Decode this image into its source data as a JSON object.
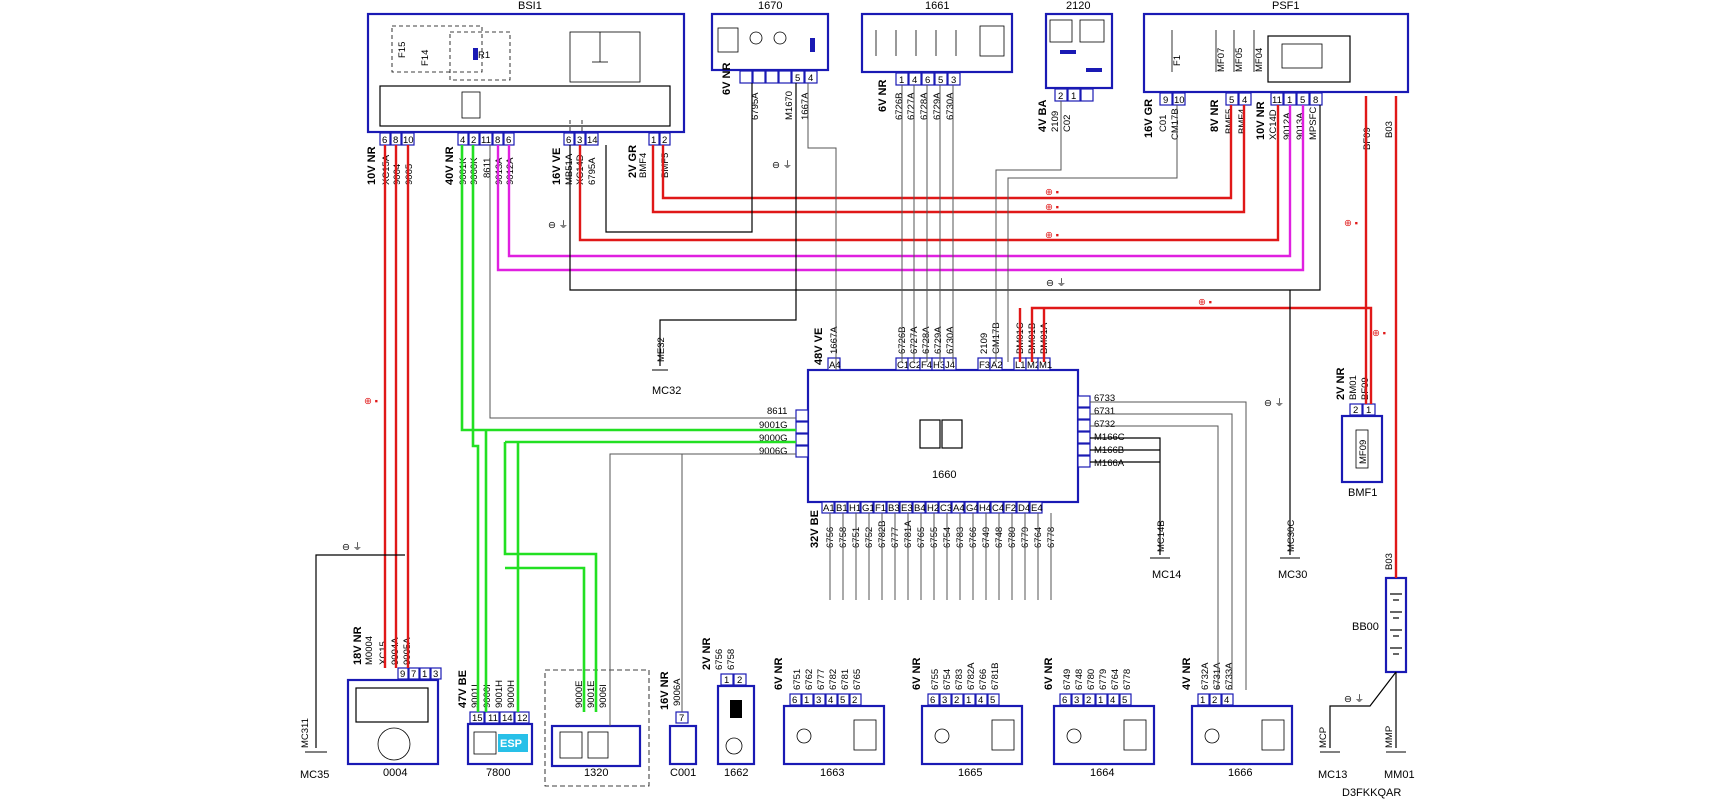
{
  "drawing_id": "D3FKKQAR",
  "colors": {
    "blue": "#1a1ab4",
    "red": "#e01818",
    "green": "#22e022",
    "magenta": "#e020e0"
  },
  "components": {
    "bsi1": {
      "label": "BSI1",
      "connector": "10V NR",
      "connector2": "40V NR",
      "connector3": "16V VE",
      "connector4": "2V GR",
      "pins": [
        "6",
        "8",
        "10",
        "4",
        "2",
        "11",
        "8",
        "6",
        "6",
        "3",
        "14",
        "1",
        "2"
      ],
      "fuses": [
        "F15",
        "F14"
      ],
      "relay": "R1"
    },
    "c1670": {
      "label": "1670",
      "connector": "6V NR",
      "pins": [
        "5",
        "4"
      ],
      "wires": [
        "6795A",
        "M1670",
        "1667A"
      ]
    },
    "c1661": {
      "label": "1661",
      "connector": "6V NR",
      "pins": [
        "1",
        "4",
        "6",
        "5",
        "3"
      ],
      "wires": [
        "6726B",
        "6727A",
        "6728A",
        "6729A",
        "6730A"
      ]
    },
    "c2120": {
      "label": "2120",
      "connector": "4V BA",
      "pins": [
        "2",
        "1"
      ],
      "wires": [
        "2109",
        "C02"
      ]
    },
    "psf1": {
      "label": "PSF1",
      "connector": "16V GR",
      "connector2": "8V NR",
      "connector3": "10V NR",
      "pins": [
        "9",
        "10",
        "5",
        "4",
        "11",
        "1",
        "5",
        "8"
      ],
      "fuses": [
        "F1",
        "MF07",
        "MF05",
        "MF04"
      ]
    },
    "ecu1660": {
      "label": "1660",
      "connector_top": "48V VE",
      "connector_bot": "32V BE"
    },
    "c0004": {
      "label": "0004",
      "connector": "18V NR",
      "pins": [
        "9",
        "7",
        "1",
        "3"
      ],
      "wires": [
        "M0004",
        "XC15",
        "9004A",
        "9005A"
      ]
    },
    "c7800": {
      "label": "7800",
      "connector": "47V BE",
      "pins": [
        "15",
        "11",
        "14",
        "12"
      ],
      "wires": [
        "9001I",
        "9000I",
        "9001H",
        "9000H"
      ],
      "badge": "ESP"
    },
    "c1320": {
      "label": "1320",
      "pins": [],
      "wires": [
        "9000E",
        "9001E",
        "9006I"
      ]
    },
    "c001": {
      "label": "C001",
      "connector": "16V NR",
      "pins": [
        "7"
      ],
      "wires": [
        "9006A"
      ]
    },
    "c1662": {
      "label": "1662",
      "connector": "2V NR",
      "pins": [
        "1",
        "2"
      ],
      "wires": [
        "6756",
        "6758"
      ]
    },
    "c1663": {
      "label": "1663",
      "connector": "6V NR",
      "pins": [
        "6",
        "1",
        "3",
        "4",
        "5",
        "2"
      ],
      "wires": [
        "6751",
        "6762",
        "6777",
        "6782",
        "6781",
        "6765"
      ]
    },
    "c1665": {
      "label": "1665",
      "connector": "6V NR",
      "pins": [
        "6",
        "3",
        "2",
        "1",
        "4",
        "5"
      ],
      "wires": [
        "6755",
        "6754",
        "6783",
        "6782A",
        "6766",
        "6781B"
      ]
    },
    "c1664": {
      "label": "1664",
      "connector": "6V NR",
      "pins": [
        "6",
        "3",
        "2",
        "1",
        "4",
        "5"
      ],
      "wires": [
        "6749",
        "6748",
        "6780",
        "6779",
        "6764",
        "6778"
      ]
    },
    "c1666": {
      "label": "1666",
      "connector": "4V NR",
      "pins": [
        "1",
        "2",
        "4"
      ],
      "wires": [
        "6732A",
        "6731A",
        "6733A"
      ]
    },
    "bmf1": {
      "label": "BMF1",
      "connector": "2V NR",
      "pins": [
        "2",
        "1"
      ],
      "wires": [
        "BM01",
        "BF09"
      ],
      "fuse": "MF09"
    },
    "bb00": {
      "label": "BB00"
    }
  },
  "grounds": [
    "MC32",
    "MC35",
    "MC14",
    "MC30",
    "MC13",
    "MM01"
  ],
  "wire_labels": {
    "bsi1_bottom": [
      "XC15A",
      "9004",
      "9005",
      "9001K",
      "9000K",
      "8611",
      "9013A",
      "9012A",
      "MB51A",
      "XC14D",
      "6795A",
      "BMF4",
      "BMF5"
    ],
    "psf1_bottom": [
      "C01",
      "CM17B",
      "BMF5",
      "BMF4",
      "XC14D",
      "9012A",
      "9013A",
      "MPSFC",
      "BF09",
      "B03"
    ],
    "ecu_top": [
      "1667A",
      "6726B",
      "6727A",
      "6728A",
      "6729A",
      "6730A",
      "2109",
      "CM17B",
      "BM01C",
      "BM01B",
      "BM01A"
    ],
    "ecu_top_pins": [
      "A4",
      "C1",
      "C2",
      "F4",
      "H3",
      "J4",
      "F3",
      "A2",
      "L1",
      "M2",
      "M1"
    ],
    "ecu_left": [
      "8611",
      "9001G",
      "9000G",
      "9006G"
    ],
    "ecu_right": [
      "6733",
      "6731",
      "6732",
      "M166C",
      "M166B",
      "M166A"
    ],
    "ecu_bot": [
      "6756",
      "6758",
      "6751",
      "6752",
      "6782B",
      "6777",
      "6781A",
      "6765",
      "6755",
      "6754",
      "6783",
      "6766",
      "6749",
      "6748",
      "6780",
      "6779",
      "6764",
      "6778"
    ],
    "ecu_bot_pins": [
      "A1",
      "B1",
      "H1",
      "G1",
      "F1",
      "B3",
      "E3",
      "B4",
      "H2",
      "C3",
      "A4",
      "G4",
      "H4",
      "C4",
      "F2",
      "D4",
      "E4"
    ],
    "misc": [
      "ME32",
      "MC311",
      "MC14B",
      "MC30C",
      "MCP",
      "MMP",
      "B03",
      "BF09",
      "B03"
    ]
  },
  "symbols": {
    "ground_plus": "⊖ ⏚",
    "fuse_marker": "⊕ ▪"
  }
}
